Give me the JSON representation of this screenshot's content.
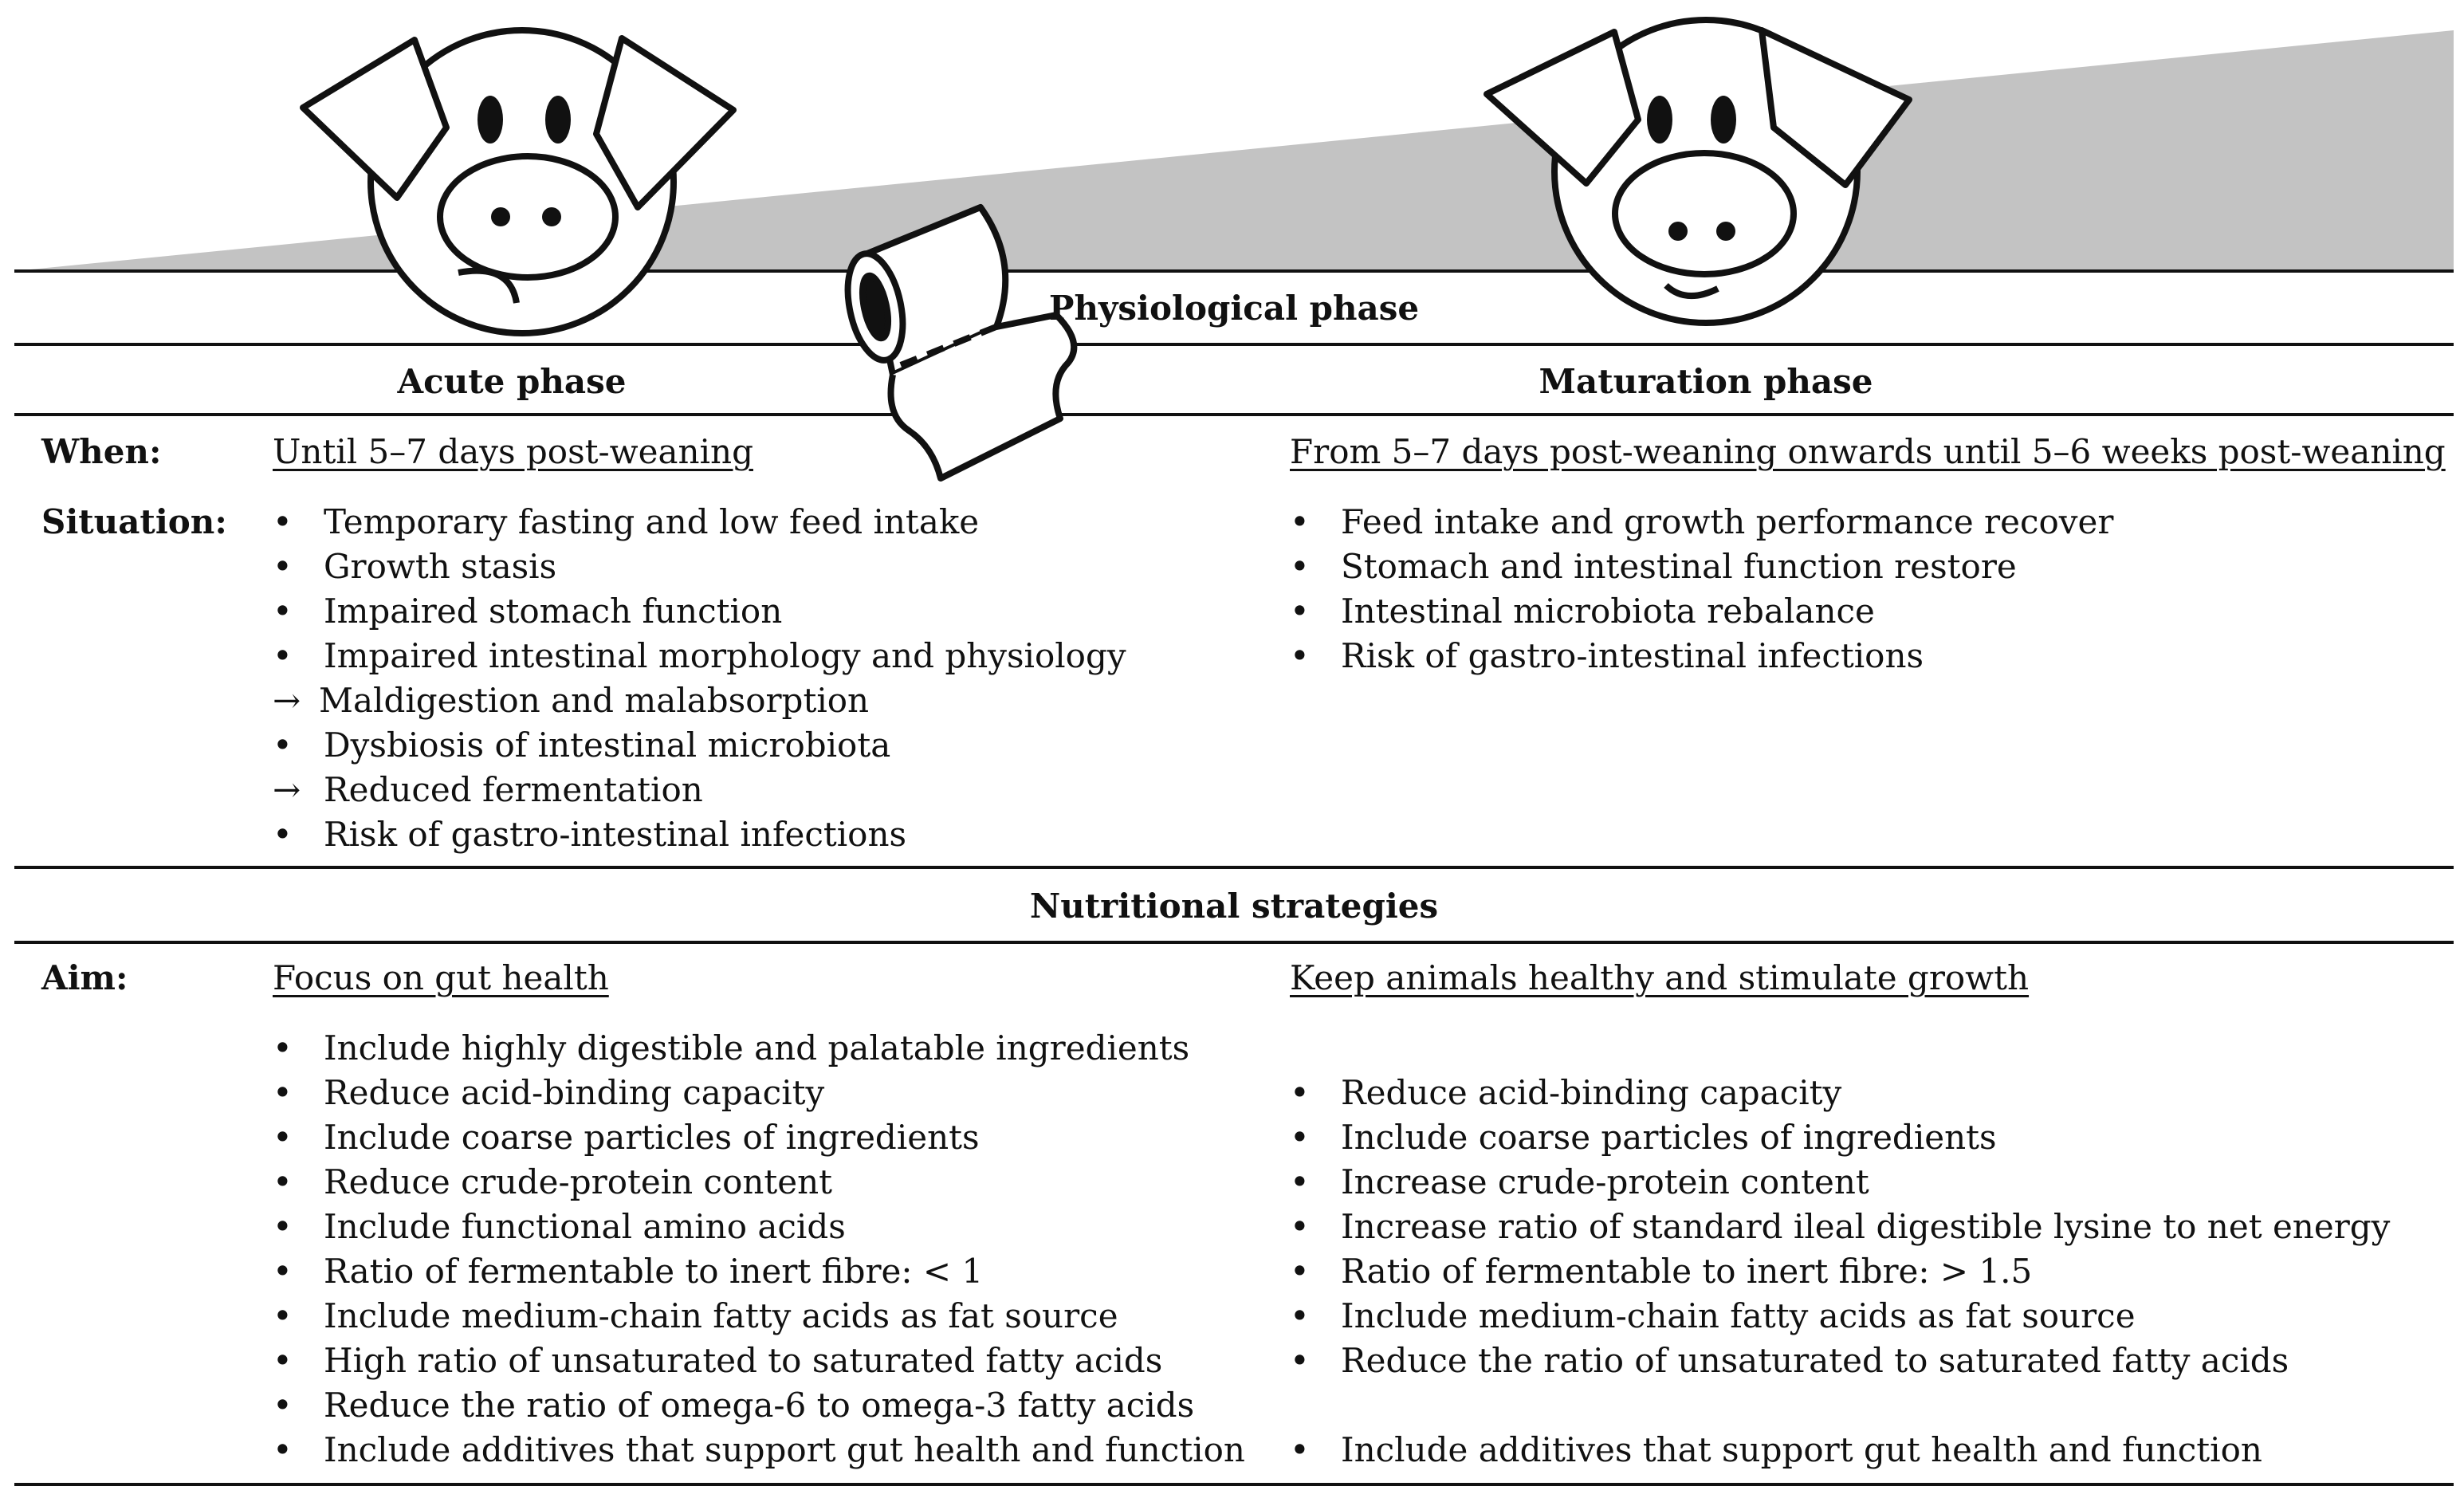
{
  "header": {
    "physiological_phase": "Physiological phase",
    "acute_phase": "Acute phase",
    "maturation_phase": "Maturation phase",
    "nutritional_strategies": "Nutritional strategies"
  },
  "labels": {
    "when": "When:",
    "situation": "Situation:",
    "aim": "Aim:"
  },
  "acute": {
    "when": "Until 5–7 days post-weaning",
    "situation": [
      {
        "marker": "•",
        "text": "Temporary fasting and low feed intake"
      },
      {
        "marker": "•",
        "text": "Growth stasis"
      },
      {
        "marker": "•",
        "text": "Impaired stomach function"
      },
      {
        "marker": "•",
        "text": "Impaired intestinal morphology and physiology"
      },
      {
        "marker": "→",
        "text": "Maldigestion and malabsorption"
      },
      {
        "marker": "•",
        "text": "Dysbiosis of intestinal microbiota"
      },
      {
        "marker": "→",
        "text": "Reduced fermentation"
      },
      {
        "marker": "•",
        "text": "Risk of gastro-intestinal infections"
      }
    ],
    "aim": "Focus on gut health",
    "strategies": [
      "Include highly digestible and palatable ingredients",
      "Reduce acid-binding capacity",
      "Include coarse particles of ingredients",
      "Reduce crude-protein content",
      "Include functional amino acids",
      "Ratio of fermentable to inert fibre: < 1",
      "Include medium-chain fatty acids as fat source",
      "High ratio of unsaturated to saturated fatty acids",
      "Reduce the ratio of omega-6 to omega-3 fatty acids",
      "Include additives that support gut health and function"
    ]
  },
  "maturation": {
    "when": "From 5–7 days post-weaning onwards until 5–6 weeks post-weaning",
    "situation": [
      "Feed intake and growth performance recover",
      "Stomach and intestinal function restore",
      "Intestinal microbiota rebalance",
      "Risk of gastro-intestinal infections"
    ],
    "aim": "Keep animals healthy and stimulate growth",
    "strategies": [
      "Reduce acid-binding capacity",
      "Include coarse particles of ingredients",
      "Increase crude-protein content",
      "Increase ratio of standard ileal digestible lysine to net energy",
      "Ratio of fermentable to inert fibre: > 1.5",
      "Include medium-chain fatty acids as fat source",
      "Reduce the ratio of unsaturated to saturated fatty acids",
      "",
      "Include additives that support gut health and function"
    ]
  },
  "bullet": "•",
  "colors": {
    "wedge": "#c3c3c3",
    "line": "#111111",
    "background": "#ffffff"
  },
  "icons": [
    "sad-piglet-icon",
    "happy-pig-icon",
    "toilet-paper-roll-icon"
  ]
}
